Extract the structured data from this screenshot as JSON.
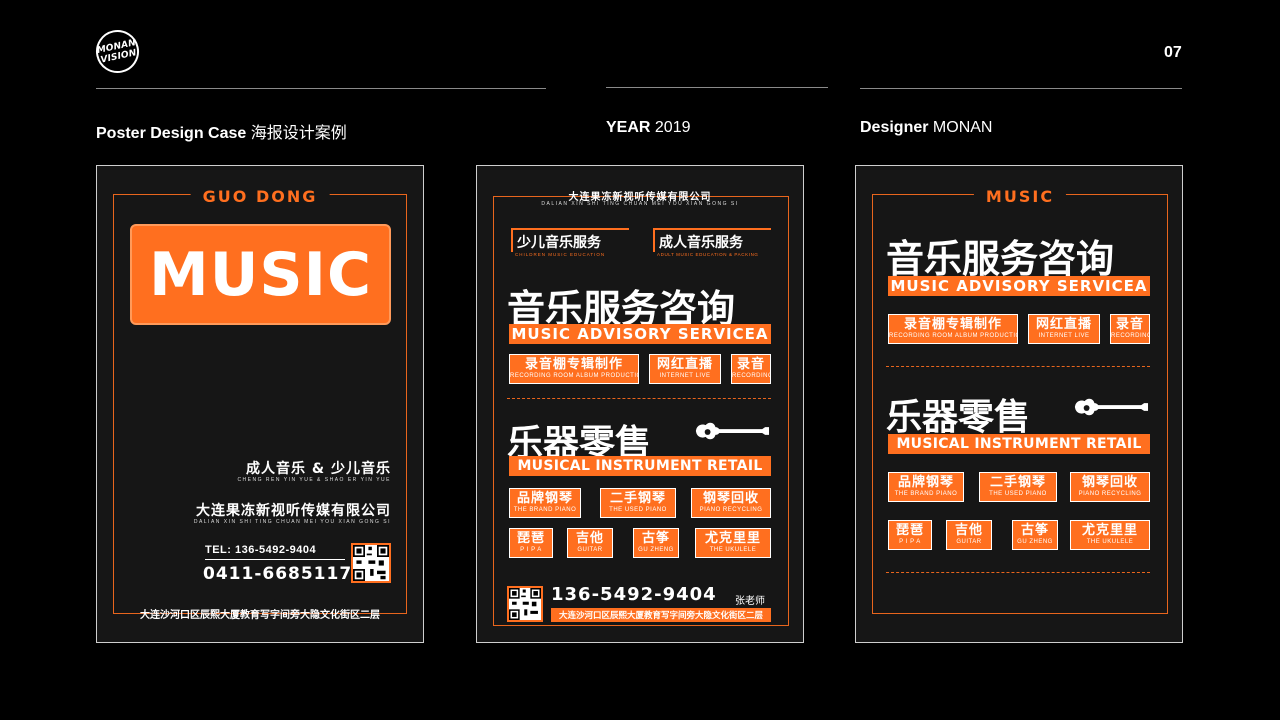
{
  "header": {
    "logo_line1": "MONAN",
    "logo_line2": "VISION",
    "page_number": "07",
    "col1_bold": "Poster Design Case",
    "col1_rest": " 海报设计案例",
    "col2_bold": "YEAR",
    "col2_rest": " 2019",
    "col3_bold": "Designer",
    "col3_rest": " MONAN"
  },
  "poster1": {
    "frame_title": "GUO  DONG",
    "music": "MUSIC",
    "courses": "成人音乐 & 少儿音乐",
    "courses_pinyin": "CHENG REN YIN YUE & SHAO ER YIN YUE",
    "company": "大连果冻新视听传媒有限公司",
    "company_pinyin": "DALIAN XIN SHI TING CHUAN MEI YOU XIAN GONG SI",
    "tel": "TEL: 136-5492-9404",
    "phone": "0411-66851177",
    "address": "大连沙河口区辰熙大厦教育写字间旁大隐文化街区二层"
  },
  "poster2": {
    "company": "大连果冻新视听传媒有限公司",
    "company_pinyin": "DALIAN XIN SHI TING CHUAN MEI YOU XIAN GONG SI",
    "kids": "少儿音乐服务",
    "kids_en": "CHILDREN MUSIC EDUCATION",
    "adult": "成人音乐服务",
    "adult_en": "ADULT MUSIC EDUCATION & PACKING",
    "headline1": "音乐服务咨询",
    "headline1_en": "MUSIC ADVISORY SERVICEA",
    "services": [
      {
        "cn": "录音棚专辑制作",
        "en": "RECORDING ROOM ALBUM PRODUCTION"
      },
      {
        "cn": "网红直播",
        "en": "INTERNET LIVE"
      },
      {
        "cn": "录音",
        "en": "RECORDING"
      }
    ],
    "headline2": "乐器零售",
    "headline2_en": "MUSICAL INSTRUMENT RETAIL",
    "pianos": [
      {
        "cn": "品牌钢琴",
        "en": "THE BRAND PIANO"
      },
      {
        "cn": "二手钢琴",
        "en": "THE USED PIANO"
      },
      {
        "cn": "钢琴回收",
        "en": "PIANO RECYCLING"
      }
    ],
    "instruments": [
      {
        "cn": "琵琶",
        "en": "P I P A"
      },
      {
        "cn": "吉他",
        "en": "GUITAR"
      },
      {
        "cn": "古筝",
        "en": "GU ZHENG"
      },
      {
        "cn": "尤克里里",
        "en": "THE UKULELE"
      }
    ],
    "phone": "136-5492-9404",
    "teacher": "张老师",
    "address": "大连沙河口区辰熙大厦教育写字间旁大隐文化街区二层"
  },
  "poster3": {
    "frame_title": "MUSIC",
    "headline1": "音乐服务咨询",
    "headline1_en": "MUSIC ADVISORY SERVICEA",
    "services": [
      {
        "cn": "录音棚专辑制作",
        "en": "RECORDING ROOM ALBUM PRODUCTION"
      },
      {
        "cn": "网红直播",
        "en": "INTERNET LIVE"
      },
      {
        "cn": "录音",
        "en": "RECORDING"
      }
    ],
    "headline2": "乐器零售",
    "headline2_en": "MUSICAL INSTRUMENT RETAIL",
    "pianos": [
      {
        "cn": "品牌钢琴",
        "en": "THE BRAND PIANO"
      },
      {
        "cn": "二手钢琴",
        "en": "THE USED PIANO"
      },
      {
        "cn": "钢琴回收",
        "en": "PIANO RECYCLING"
      }
    ],
    "instruments": [
      {
        "cn": "琵琶",
        "en": "P I P A"
      },
      {
        "cn": "吉他",
        "en": "GUITAR"
      },
      {
        "cn": "古筝",
        "en": "GU ZHENG"
      },
      {
        "cn": "尤克里里",
        "en": "THE UKULELE"
      }
    ]
  },
  "colors": {
    "accent": "#ff6f1f",
    "background": "#000000",
    "poster_bg": "#161616"
  }
}
